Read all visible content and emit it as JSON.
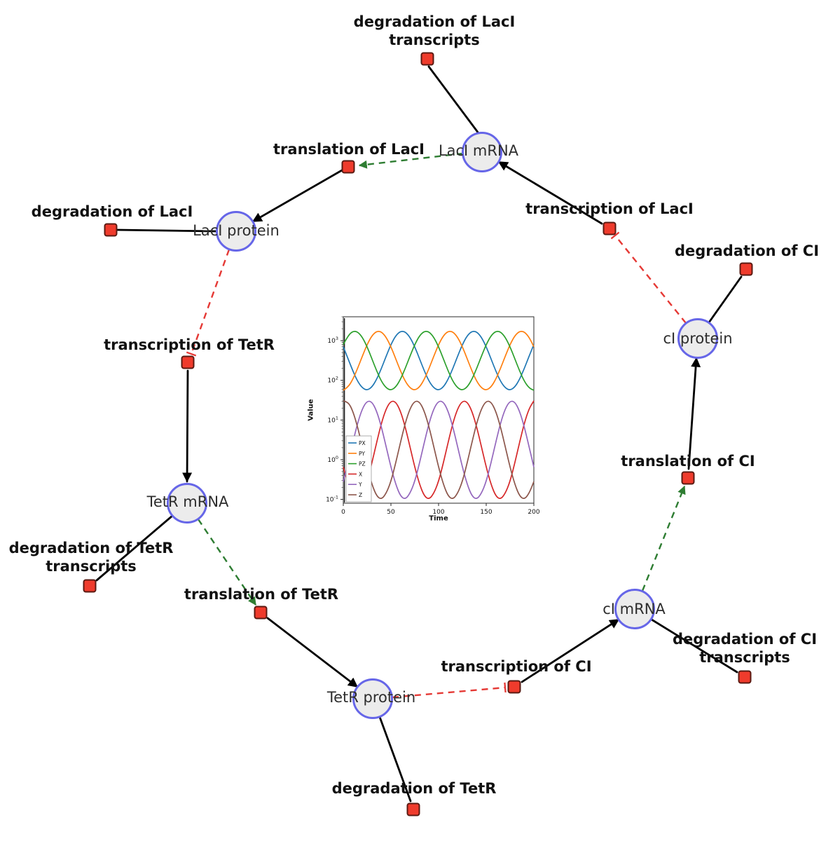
{
  "diagram": {
    "species": [
      {
        "id": "laci-mrna",
        "label": "LacI mRNA"
      },
      {
        "id": "laci-protein",
        "label": "LacI protein"
      },
      {
        "id": "tetr-mrna",
        "label": "TetR mRNA"
      },
      {
        "id": "tetr-protein",
        "label": "TetR protein"
      },
      {
        "id": "ci-mrna",
        "label": "cI mRNA"
      },
      {
        "id": "ci-protein",
        "label": "cI protein"
      }
    ],
    "reactions": [
      {
        "id": "degradation-laci-transcripts",
        "label": "degradation of LacI transcripts"
      },
      {
        "id": "translation-laci",
        "label": "translation of LacI"
      },
      {
        "id": "degradation-laci",
        "label": "degradation of LacI"
      },
      {
        "id": "transcription-laci",
        "label": "transcription of LacI"
      },
      {
        "id": "degradation-ci",
        "label": "degradation of CI"
      },
      {
        "id": "transcription-tetr",
        "label": "transcription of TetR"
      },
      {
        "id": "translation-ci",
        "label": "translation of CI"
      },
      {
        "id": "degradation-tetr-transcripts",
        "label": "degradation of TetR transcripts"
      },
      {
        "id": "translation-tetr",
        "label": "translation of TetR"
      },
      {
        "id": "transcription-ci",
        "label": "transcription of CI"
      },
      {
        "id": "degradation-ci-transcripts",
        "label": "degradation of CI transcripts"
      },
      {
        "id": "degradation-tetr",
        "label": "degradation of TetR"
      }
    ],
    "edge_colors": {
      "reaction": "#000000",
      "modifier": "#2e7d32",
      "inhibition": "#e53935"
    },
    "node_colors": {
      "species_fill": "#ececec",
      "species_border": "#6666e8",
      "reaction_fill": "#ef3b2c",
      "reaction_border": "#5a1a12"
    }
  },
  "chart_data": {
    "type": "line",
    "title": "",
    "xlabel": "Time",
    "ylabel": "Value",
    "xlim": [
      0,
      200
    ],
    "xticks": [
      0,
      50,
      100,
      150,
      200
    ],
    "yscale": "log",
    "ylim": [
      0.08,
      4000
    ],
    "yticks": [
      1000,
      100,
      10,
      1,
      0.1
    ],
    "legend_position": "lower left",
    "grid": false,
    "x": [
      0,
      5,
      10,
      15,
      20,
      25,
      30,
      35,
      40,
      45,
      50,
      55,
      60,
      65,
      70,
      75,
      80,
      85,
      90,
      95,
      100,
      105,
      110,
      115,
      120,
      125,
      130,
      135,
      140,
      145,
      150,
      155,
      160,
      165,
      170,
      175,
      180,
      185,
      190,
      195,
      200
    ],
    "series": [
      {
        "name": "PX",
        "color": "#1f77b4",
        "values": [
          703,
          352,
          173,
          94,
          64,
          56,
          67,
          105,
          199,
          407,
          798,
          1333,
          1736,
          1686,
          1225,
          703,
          352,
          173,
          94,
          64,
          56,
          67,
          105,
          199,
          407,
          798,
          1333,
          1736,
          1686,
          1225,
          703,
          352,
          173,
          94,
          64,
          56,
          67,
          105,
          199,
          407,
          798
        ]
      },
      {
        "name": "PY",
        "color": "#ff7f0e",
        "values": [
          56,
          67,
          105,
          199,
          407,
          798,
          1333,
          1736,
          1686,
          1225,
          703,
          352,
          173,
          94,
          64,
          56,
          67,
          105,
          199,
          407,
          798,
          1333,
          1736,
          1686,
          1225,
          703,
          352,
          173,
          94,
          64,
          56,
          67,
          105,
          199,
          407,
          798,
          1333,
          1736,
          1686,
          1225,
          703
        ]
      },
      {
        "name": "PZ",
        "color": "#2ca02c",
        "values": [
          798,
          1333,
          1736,
          1686,
          1225,
          703,
          352,
          173,
          94,
          64,
          56,
          67,
          105,
          199,
          407,
          798,
          1333,
          1736,
          1686,
          1225,
          703,
          352,
          173,
          94,
          64,
          56,
          67,
          105,
          199,
          407,
          798,
          1333,
          1736,
          1686,
          1225,
          703,
          352,
          173,
          94,
          64,
          56
        ]
      },
      {
        "name": "X",
        "color": "#d62728",
        "values": [
          0.65,
          0.24,
          0.12,
          0.1,
          0.14,
          0.28,
          0.82,
          2.71,
          8.32,
          19.6,
          30.4,
          28.9,
          17,
          6.74,
          2.13,
          0.65,
          0.24,
          0.12,
          0.1,
          0.14,
          0.28,
          0.82,
          2.71,
          8.32,
          19.6,
          30.4,
          28.9,
          17,
          6.74,
          2.13,
          0.65,
          0.24,
          0.12,
          0.1,
          0.14,
          0.28,
          0.82,
          2.71,
          8.32,
          19.6,
          30.4
        ]
      },
      {
        "name": "Y",
        "color": "#9467bd",
        "values": [
          0.28,
          0.82,
          2.71,
          8.32,
          19.6,
          30.4,
          28.9,
          17,
          6.74,
          2.13,
          0.65,
          0.24,
          0.12,
          0.1,
          0.14,
          0.28,
          0.82,
          2.71,
          8.32,
          19.6,
          30.4,
          28.9,
          17,
          6.74,
          2.13,
          0.65,
          0.24,
          0.12,
          0.1,
          0.14,
          0.28,
          0.82,
          2.71,
          8.32,
          19.6,
          30.4,
          28.9,
          17,
          6.74,
          2.13,
          0.65
        ]
      },
      {
        "name": "Z",
        "color": "#8c564b",
        "values": [
          30.4,
          28.9,
          17,
          6.74,
          2.13,
          0.65,
          0.24,
          0.12,
          0.1,
          0.14,
          0.28,
          0.82,
          2.71,
          8.32,
          19.6,
          30.4,
          28.9,
          17,
          6.74,
          2.13,
          0.65,
          0.24,
          0.12,
          0.1,
          0.14,
          0.28,
          0.82,
          2.71,
          8.32,
          19.6,
          30.4,
          28.9,
          17,
          6.74,
          2.13,
          0.65,
          0.24,
          0.12,
          0.1,
          0.14,
          0.28
        ]
      }
    ]
  }
}
